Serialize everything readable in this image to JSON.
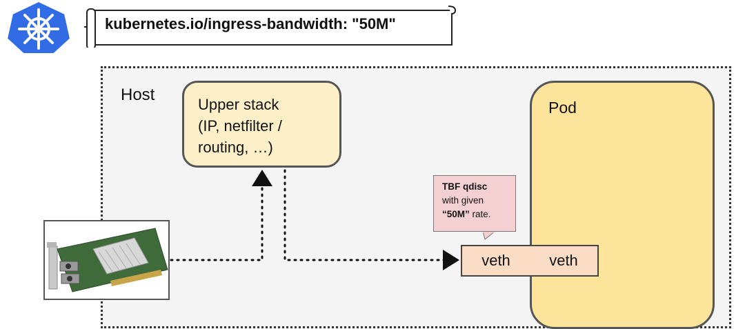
{
  "annotation": {
    "text": "kubernetes.io/ingress-bandwidth: \"50M\""
  },
  "host": {
    "label": "Host"
  },
  "upper_stack": {
    "line1": "Upper stack",
    "line2": "(IP,  netfilter /",
    "line3": "routing, …)"
  },
  "pod": {
    "label": "Pod"
  },
  "veth": {
    "host_label": "veth",
    "pod_label": "veth"
  },
  "tbf_note": {
    "line1": "TBF qdisc",
    "line2": "with given",
    "line3_bold": "“50M”",
    "line3_rest": " rate."
  },
  "icons": {
    "logo": "kubernetes-helm-icon",
    "nic": "network-card-image"
  },
  "colors": {
    "logo_blue": "#326ce5",
    "pod_fill": "#fde49b",
    "upper_fill": "#fdf0c8",
    "veth_fill": "#fbdcc5",
    "note_fill": "#f5d0d3"
  }
}
